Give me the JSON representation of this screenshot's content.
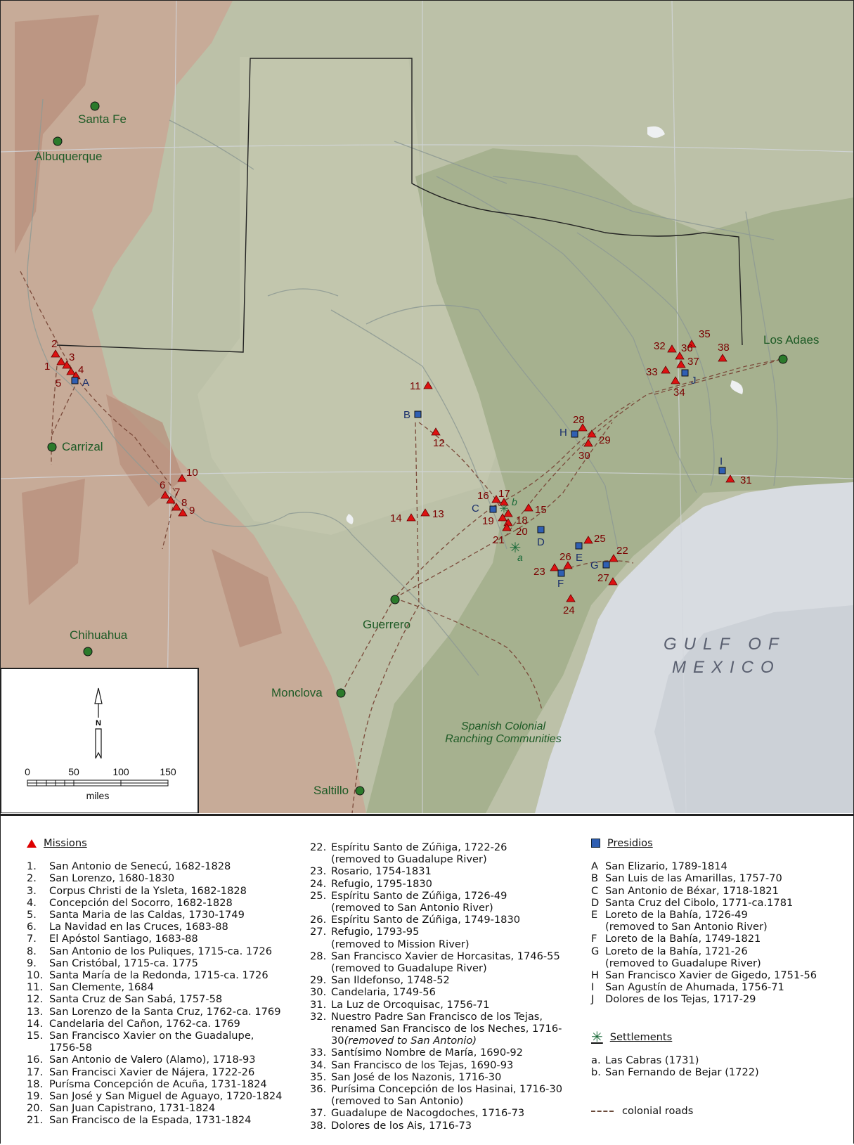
{
  "map": {
    "gulf_label": [
      "GULF OF",
      "MEXICO"
    ],
    "ranching_label": [
      "Spanish Colonial",
      "Ranching Communities"
    ],
    "north_letter": "N",
    "scale": {
      "ticks": [
        "0",
        "50",
        "100",
        "150"
      ],
      "unit": "miles"
    },
    "towns": [
      "Santa Fe",
      "Albuquerque",
      "Carrizal",
      "Chihuahua",
      "Guerrero",
      "Monclova",
      "Saltillo",
      "Los Adaes"
    ],
    "mission_numbers": [
      "1",
      "2",
      "3",
      "4",
      "5",
      "6",
      "7",
      "8",
      "9",
      "10",
      "11",
      "12",
      "13",
      "14",
      "15",
      "16",
      "17",
      "18",
      "19",
      "20",
      "21",
      "22",
      "23",
      "24",
      "25",
      "26",
      "27",
      "28",
      "29",
      "30",
      "31",
      "32",
      "33",
      "34",
      "35",
      "36",
      "37",
      "38"
    ],
    "presidio_letters": [
      "A",
      "B",
      "C",
      "D",
      "E",
      "F",
      "G",
      "H",
      "I",
      "J"
    ],
    "settlement_letters": [
      "a",
      "b"
    ],
    "colors": {
      "land": "#b8bfa5",
      "highland": "#c9a593",
      "eastland": "#a9b493",
      "water": "#d9dde2",
      "mission": "#dd1111",
      "presidio": "#2f5fb3",
      "town": "#2b7a2b",
      "road": "#7a4a3a"
    }
  },
  "legend": {
    "missions_title": "Missions",
    "missions": [
      {
        "n": "1.",
        "t": "San Antonio de Senecú, 1682-1828"
      },
      {
        "n": "2.",
        "t": "San Lorenzo, 1680-1830"
      },
      {
        "n": "3.",
        "t": "Corpus Christi de la Ysleta, 1682-1828"
      },
      {
        "n": "4.",
        "t": "Concepción del Socorro, 1682-1828"
      },
      {
        "n": "5.",
        "t": "Santa Maria de las Caldas, 1730-1749"
      },
      {
        "n": "6.",
        "t": "La Navidad en las Cruces, 1683-88"
      },
      {
        "n": "7.",
        "t": "El Apóstol Santiago, 1683-88"
      },
      {
        "n": "8.",
        "t": "San Antonio de los Puliques, 1715-ca. 1726"
      },
      {
        "n": "9.",
        "t": "San Cristóbal, 1715-ca. 1775"
      },
      {
        "n": "10.",
        "t": "Santa María de la Redonda, 1715-ca. 1726"
      },
      {
        "n": "11.",
        "t": "San Clemente, 1684"
      },
      {
        "n": "12.",
        "t": "Santa Cruz de San Sabá, 1757-58"
      },
      {
        "n": "13.",
        "t": "San Lorenzo de la Santa Cruz, 1762-ca. 1769"
      },
      {
        "n": "14.",
        "t": "Candelaria del Cañon, 1762-ca. 1769"
      },
      {
        "n": "15.",
        "t": "San Francisco Xavier on the Guadalupe,"
      },
      {
        "n": "",
        "t": "1756-58"
      },
      {
        "n": "16.",
        "t": "San Antonio de Valero (Alamo), 1718-93"
      },
      {
        "n": "17.",
        "t": "San Francisci Xavier de Nájera, 1722-26"
      },
      {
        "n": "18.",
        "t": "Purísma Concepción de Acuña, 1731-1824"
      },
      {
        "n": "19.",
        "t": "San José y San Miguel de Aguayo, 1720-1824"
      },
      {
        "n": "20.",
        "t": "San Juan Capistrano, 1731-1824"
      },
      {
        "n": "21.",
        "t": "San Francisco de la Espada, 1731-1824"
      }
    ],
    "missions2": [
      {
        "n": "22.",
        "t": "Espíritu Santo de Zúñiga, 1722-26"
      },
      {
        "n": "",
        "t": "(removed to Guadalupe River)",
        "rm": true
      },
      {
        "n": "23.",
        "t": "Rosario, 1754-1831"
      },
      {
        "n": "24.",
        "t": "Refugio, 1795-1830"
      },
      {
        "n": "25.",
        "t": " Espíritu Santo de Zúñiga, 1726-49"
      },
      {
        "n": "",
        "t": "(removed to San Antonio River)",
        "rm": true
      },
      {
        "n": "26.",
        "t": "Espíritu Santo de Zúñiga, 1749-1830"
      },
      {
        "n": "27.",
        "t": "Refugio, 1793-95"
      },
      {
        "n": "",
        "t": "(removed to Mission River)",
        "rm": true
      },
      {
        "n": "28.",
        "t": "San Francisco Xavier de Horcasitas, 1746-55"
      },
      {
        "n": "",
        "t": "(removed to Guadalupe River)",
        "rm": true
      },
      {
        "n": "29.",
        "t": "San Ildefonso, 1748-52"
      },
      {
        "n": "30.",
        "t": "Candelaria, 1749-56"
      },
      {
        "n": "31.",
        "t": "La Luz de Orcoquisac, 1756-71"
      },
      {
        "n": "32.",
        "t": "Nuestro Padre San Francisco de los Tejas,"
      },
      {
        "n": "",
        "t": "renamed San Francisco de los Neches, 1716-"
      },
      {
        "n": "",
        "t": "30 ",
        "tail": "(removed to San Antonio)"
      },
      {
        "n": "33.",
        "t": "Santísimo Nombre de María, 1690-92"
      },
      {
        "n": "34.",
        "t": "San Francisco de los Tejas, 1690-93"
      },
      {
        "n": "35.",
        "t": "San José de los Nazonis, 1716-30"
      },
      {
        "n": "36.",
        "t": "Purísima Concepción de los Hasinai, 1716-30"
      },
      {
        "n": "",
        "t": "(removed to San Antonio)",
        "rm": true
      },
      {
        "n": "37.",
        "t": "Guadalupe de Nacogdoches, 1716-73"
      },
      {
        "n": "38.",
        "t": "Dolores de los Ais, 1716-73"
      }
    ],
    "presidios_title": "Presidios",
    "presidios": [
      {
        "n": "A",
        "t": "San Elizario, 1789-1814"
      },
      {
        "n": "B",
        "t": "San Luis de las Amarillas, 1757-70"
      },
      {
        "n": "C",
        "t": "San Antonio de Béxar, 1718-1821"
      },
      {
        "n": "D",
        "t": "Santa Cruz del Cibolo, 1771-ca.1781"
      },
      {
        "n": "E",
        "t": "Loreto de la Bahía, 1726-49"
      },
      {
        "n": "",
        "t": "(removed to San Antonio River)",
        "rm": true
      },
      {
        "n": "F",
        "t": "Loreto de la Bahía, 1749-1821"
      },
      {
        "n": "G",
        "t": "Loreto de la Bahía, 1721-26"
      },
      {
        "n": "",
        "t": "(removed to Guadalupe River)",
        "rm": true
      },
      {
        "n": "H",
        "t": "San Francisco Xavier de Gigedo, 1751-56"
      },
      {
        "n": "I",
        "t": "San Agustín de Ahumada, 1756-71"
      },
      {
        "n": "J",
        "t": "Dolores de los Tejas, 1717-29"
      }
    ],
    "settlements_title": "Settlements",
    "settlements": [
      {
        "n": "a.",
        "t": "Las Cabras (1731)"
      },
      {
        "n": "b.",
        "t": "San Fernando de Bejar (1722)"
      }
    ],
    "roads_label": "colonial roads"
  }
}
